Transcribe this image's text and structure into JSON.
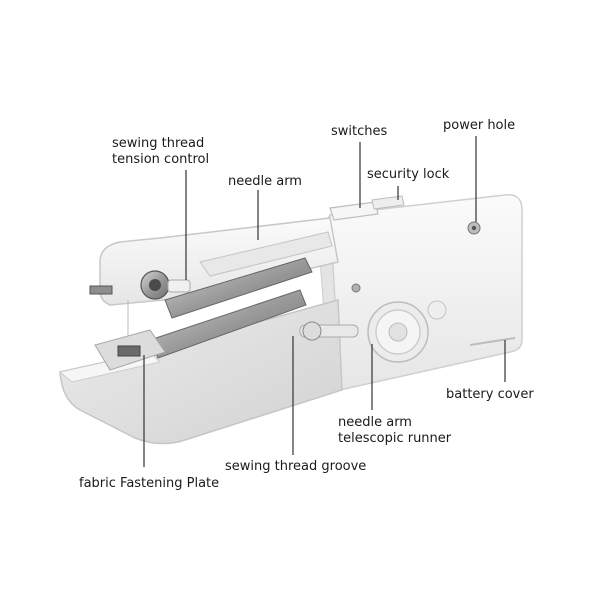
{
  "labels": {
    "tension_control_line1": "sewing thread",
    "tension_control_line2": "tension control",
    "needle_arm": "needle arm",
    "switches": "switches",
    "power_hole": "power hole",
    "security_lock": "security lock",
    "battery_cover": "battery cover",
    "telescopic_runner_line1": "needle arm",
    "telescopic_runner_line2": "telescopic runner",
    "thread_groove": "sewing thread groove",
    "fastening_plate": "fabric Fastening Plate"
  },
  "colors": {
    "background": "#ffffff",
    "body_light": "#f4f4f4",
    "body_shade": "#d9d9d9",
    "metal": "#9a9a9a",
    "leader_line": "#333333",
    "text": "#1a1a1a"
  }
}
